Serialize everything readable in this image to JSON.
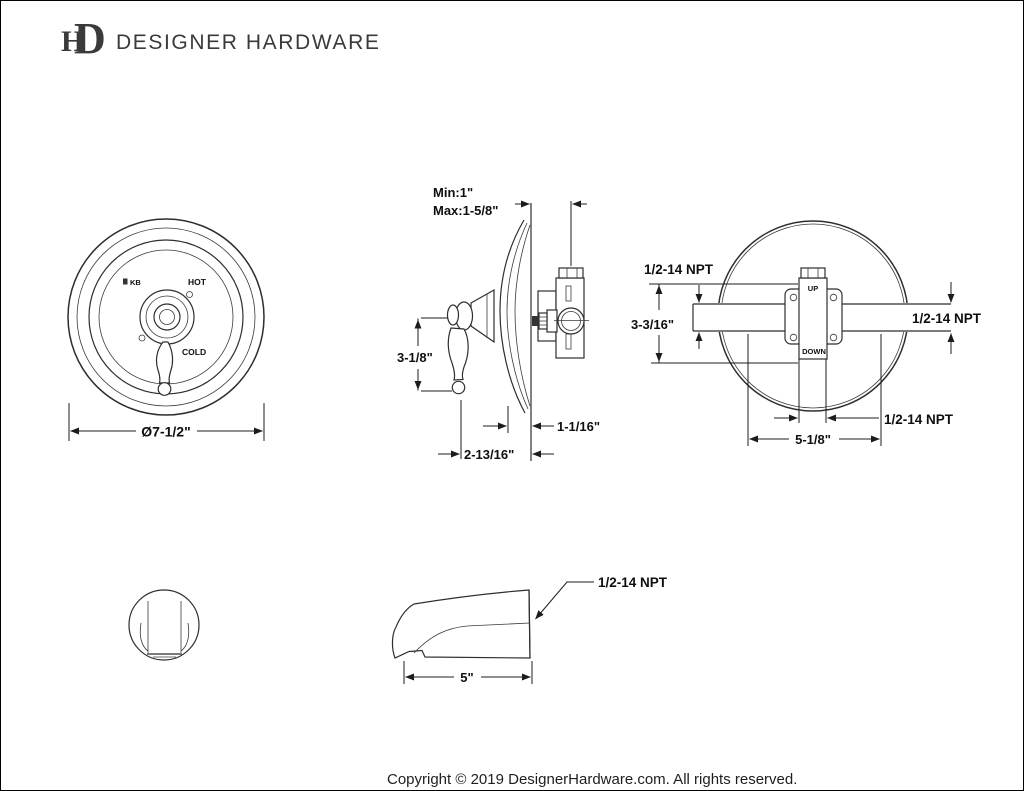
{
  "header": {
    "monogram_h": "H",
    "monogram_d": "D",
    "brand": "DESIGNER HARDWARE"
  },
  "front_view": {
    "brand_mark": "KB",
    "hot_label": "HOT",
    "cold_label": "COLD",
    "diameter_dim": "Ø7-1/2\""
  },
  "side_view": {
    "min_dim": "Min:1\"",
    "max_dim": "Max:1-5/8\"",
    "handle_dim": "3-1/8\"",
    "plate_depth_dim": "1-1/16\"",
    "overall_depth_dim": "2-13/16\""
  },
  "back_view": {
    "up_label": "UP",
    "down_label": "DOWN",
    "top_port_dim": "1/2-14 NPT",
    "right_port_dim": "1/2-14 NPT",
    "bottom_port_dim": "1/2-14 NPT",
    "height_dim": "3-3/16\"",
    "width_dim": "5-1/8\""
  },
  "spout": {
    "port_dim": "1/2-14 NPT",
    "length_dim": "5\""
  },
  "footer": {
    "copyright": "Copyright © 2019 DesignerHardware.com. All rights reserved."
  }
}
